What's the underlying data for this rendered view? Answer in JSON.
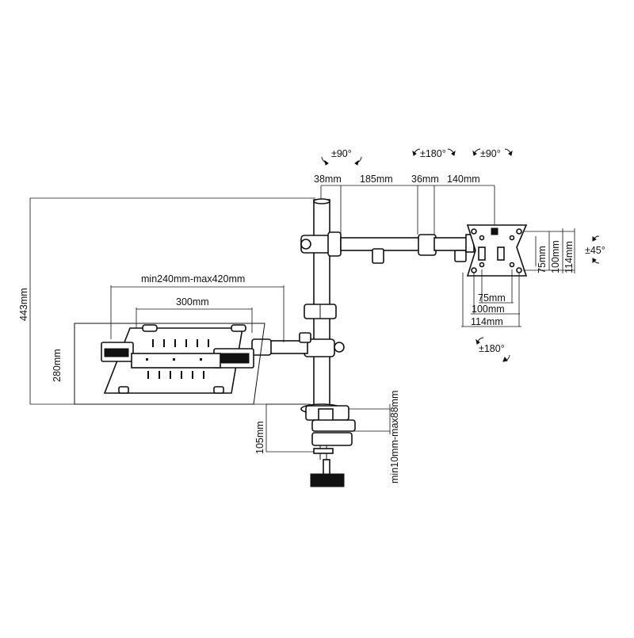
{
  "rotation": {
    "arm_left": "±90°",
    "arm_mid": "±180°",
    "arm_right": "±90°",
    "tilt": "±45°",
    "rotate": "±180°"
  },
  "arm": {
    "d1": "38mm",
    "d2": "185mm",
    "d3": "36mm",
    "d4": "140mm"
  },
  "vesa": {
    "v75": "75mm",
    "v100": "100mm",
    "v114": "114mm",
    "h75": "75mm",
    "h100": "100mm",
    "h114": "114mm"
  },
  "pole_height": "443mm",
  "tray": {
    "width_range": "min240mm-max420mm",
    "width": "300mm",
    "depth": "280mm"
  },
  "clamp": {
    "height": "105mm",
    "desk_range": "min10mm-max88mm"
  }
}
